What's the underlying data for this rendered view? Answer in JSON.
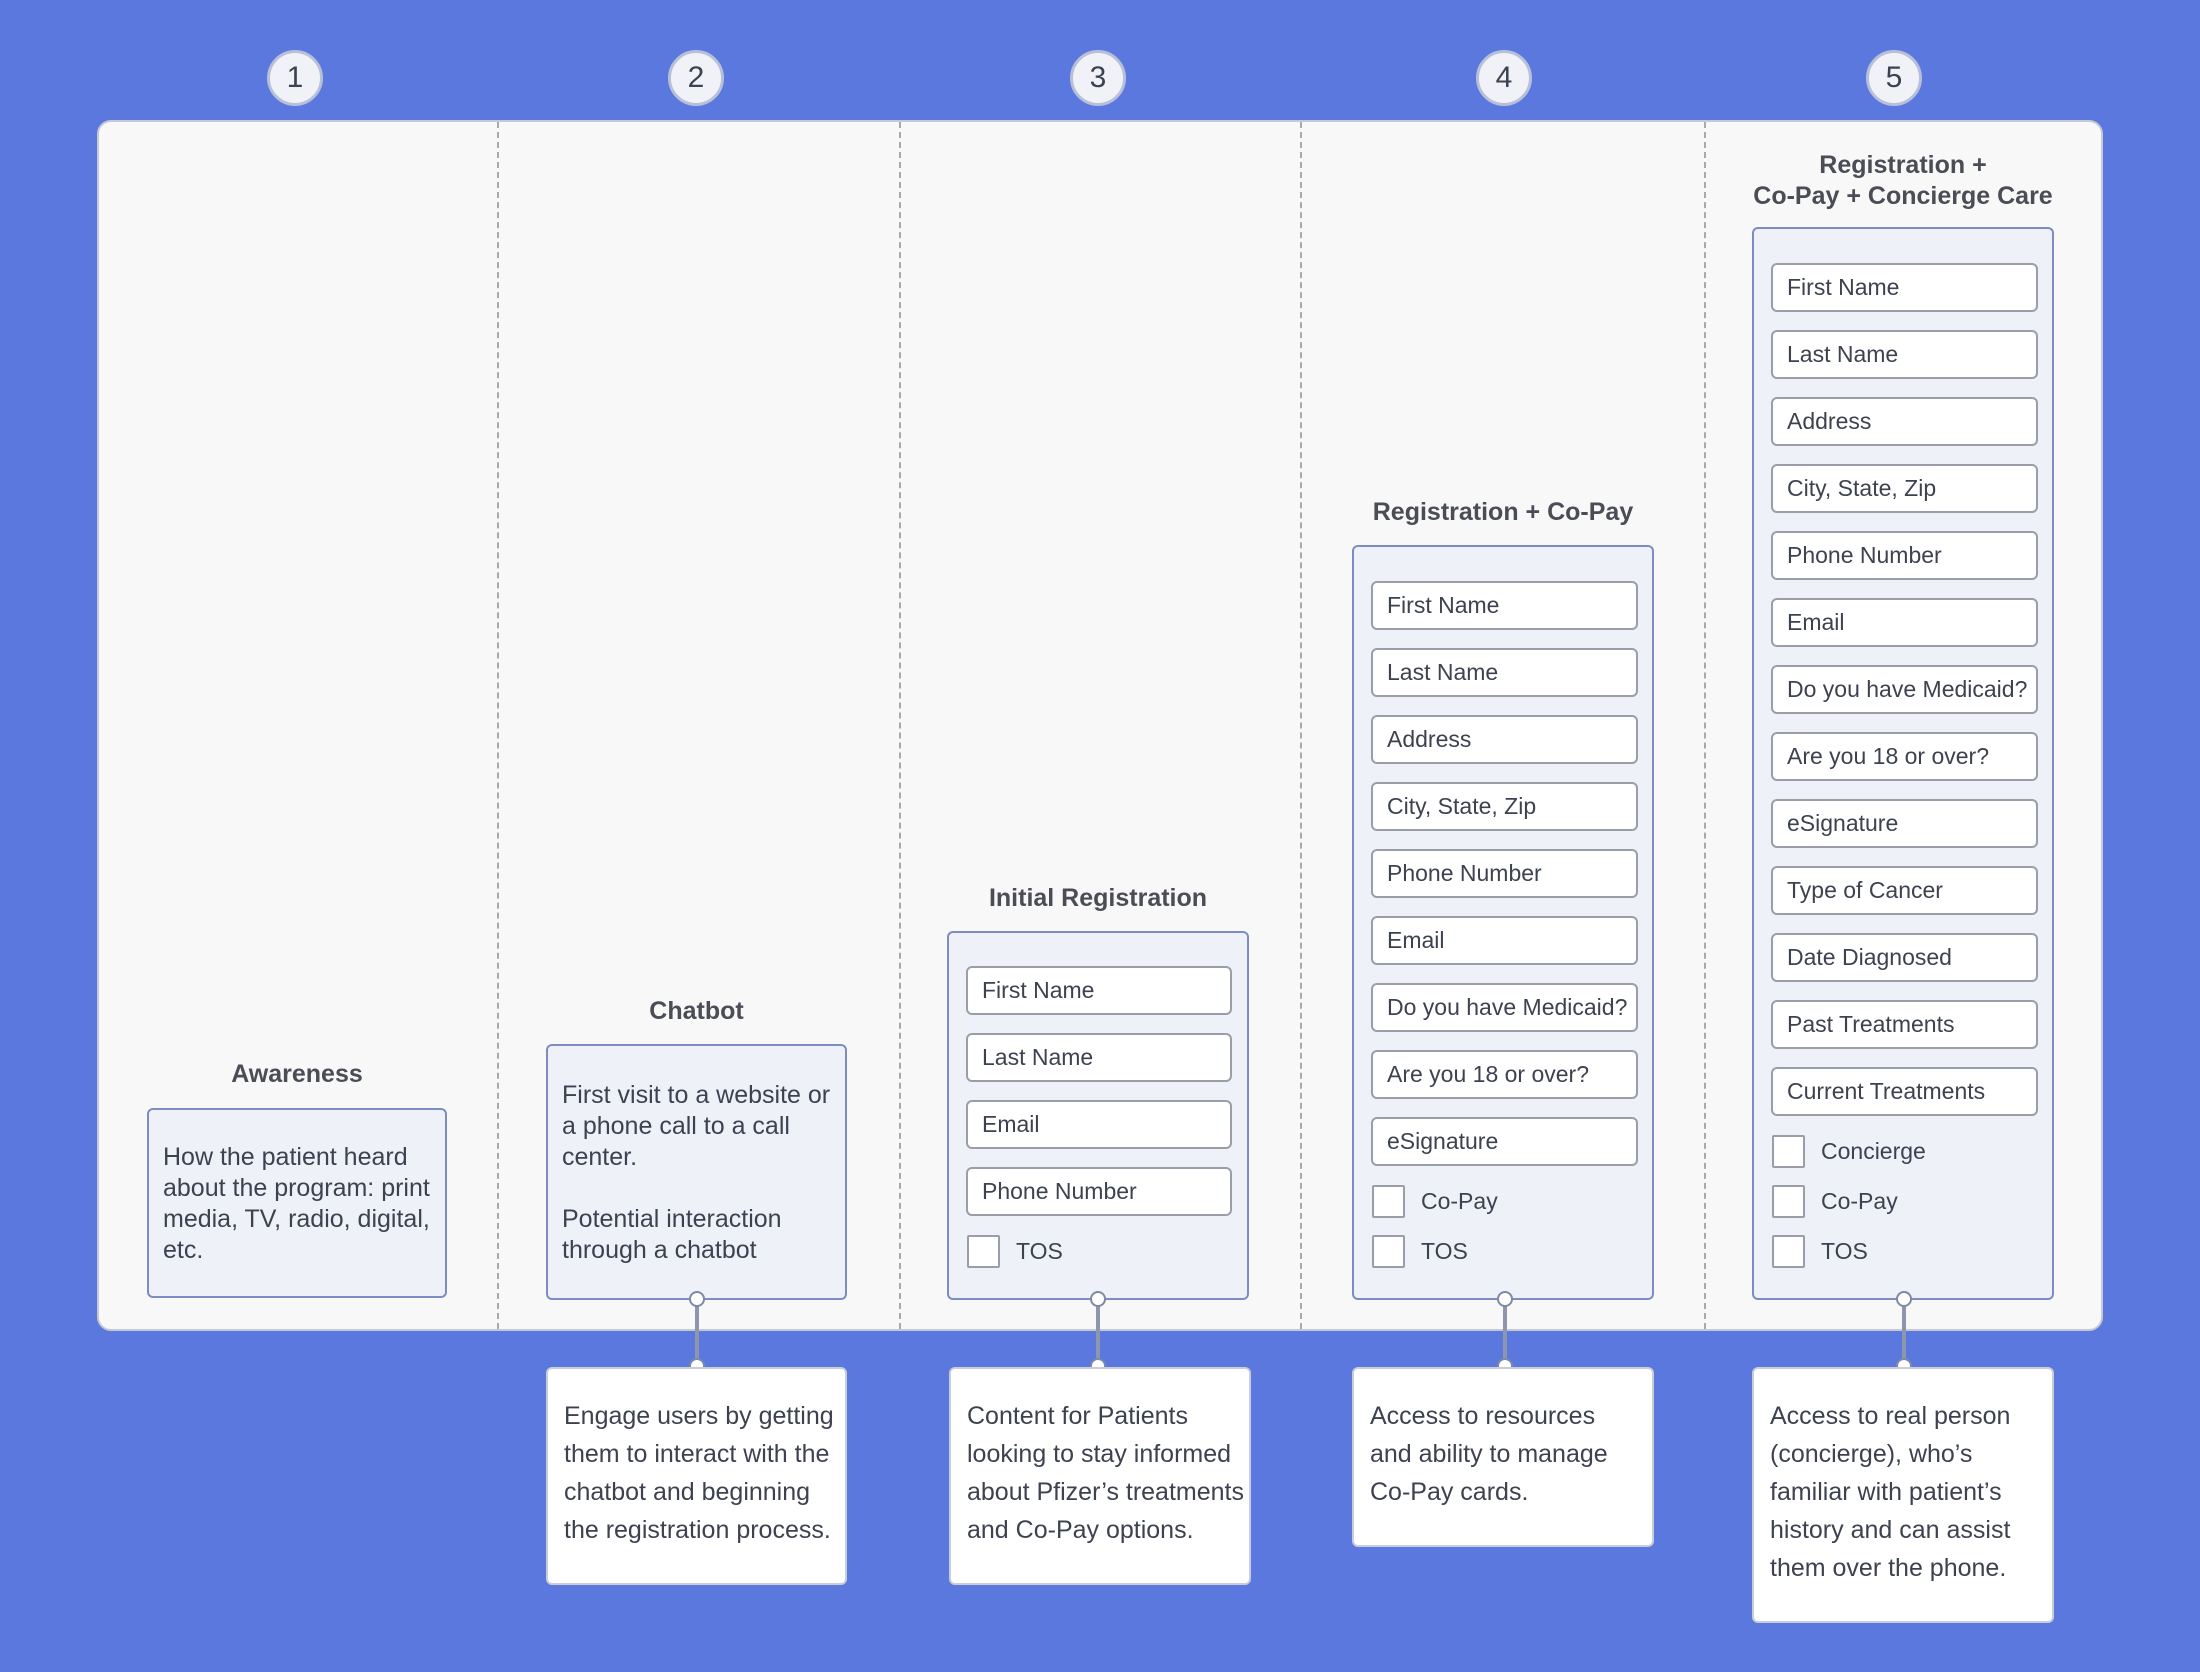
{
  "steps": [
    "1",
    "2",
    "3",
    "4",
    "5"
  ],
  "stages": {
    "awareness": {
      "title": "Awareness",
      "text": "How the patient heard\nabout the program: print\nmedia, TV, radio, digital,\netc."
    },
    "chatbot": {
      "title": "Chatbot",
      "text": "First visit to a website or\na phone call to a call\ncenter.\n\nPotential interaction\nthrough a chatbot",
      "note": "Engage users by getting\nthem to interact with the\nchatbot and beginning\nthe registration process."
    },
    "initial": {
      "title": "Initial Registration",
      "fields": [
        "First Name",
        "Last Name",
        "Email",
        "Phone Number"
      ],
      "checks": [
        "TOS"
      ],
      "note": "Content for Patients\nlooking to stay informed\nabout Pfizer’s treatments\nand Co-Pay options."
    },
    "copay": {
      "title": "Registration + Co-Pay",
      "fields": [
        "First Name",
        "Last Name",
        "Address",
        "City, State, Zip",
        "Phone Number",
        "Email",
        "Do you have Medicaid?",
        "Are you 18 or over?",
        "eSignature"
      ],
      "checks": [
        "Co-Pay",
        "TOS"
      ],
      "note": "Access to resources\nand ability to manage\nCo-Pay cards."
    },
    "concierge": {
      "title_line1": "Registration +",
      "title_line2": "Co-Pay + Concierge Care",
      "fields": [
        "First Name",
        "Last Name",
        "Address",
        "City, State, Zip",
        "Phone Number",
        "Email",
        "Do you have Medicaid?",
        "Are you 18 or over?",
        "eSignature",
        "Type of Cancer",
        "Date Diagnosed",
        "Past Treatments",
        "Current Treatments"
      ],
      "checks": [
        "Concierge",
        "Co-Pay",
        "TOS"
      ],
      "note": "Access to real person\n(concierge), who’s\nfamiliar with patient’s\nhistory and can assist\nthem over the phone."
    }
  },
  "colors": {
    "background": "#5a78de",
    "panel": "#f8f8f8",
    "card": "#eff1f8",
    "card_border": "#7d8cc2"
  }
}
